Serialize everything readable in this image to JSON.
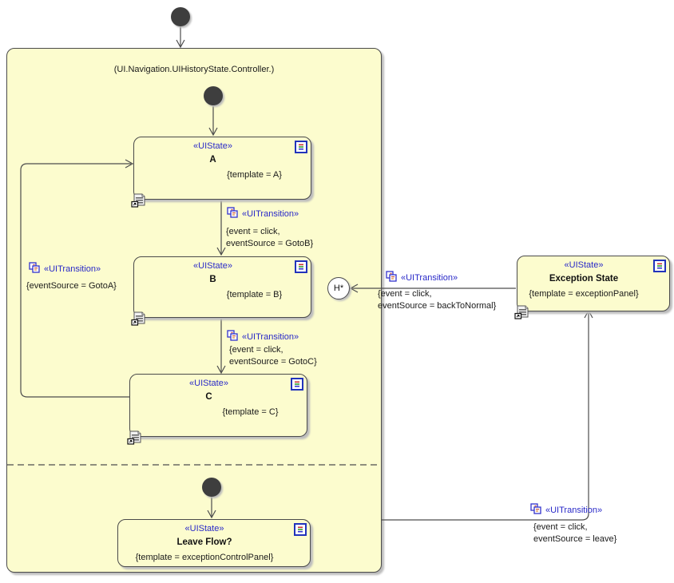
{
  "diagram": {
    "container_title": "(UI.Navigation.UIHistoryState.Controller.)",
    "history_label": "H*"
  },
  "states": {
    "a": {
      "stereotype": "«UIState»",
      "name": "A",
      "constraint": "{template = A}"
    },
    "b": {
      "stereotype": "«UIState»",
      "name": "B",
      "constraint": "{template = B}"
    },
    "c": {
      "stereotype": "«UIState»",
      "name": "C",
      "constraint": "{template = C}"
    },
    "exception": {
      "stereotype": "«UIState»",
      "name": "Exception State",
      "constraint": "{template = exceptionPanel}"
    },
    "leave": {
      "stereotype": "«UIState»",
      "name": "Leave Flow?",
      "constraint": "{template = exceptionControlPanel}"
    }
  },
  "transitions": {
    "a_to_b": {
      "stereotype": "«UITransition»",
      "line1": "{event = click,",
      "line2": "eventSource = GotoB}"
    },
    "b_to_c": {
      "stereotype": "«UITransition»",
      "line1": "{event = click,",
      "line2": "eventSource = GotoC}"
    },
    "c_to_a": {
      "stereotype": "«UITransition»",
      "line1": "{eventSource = GotoA}"
    },
    "exception_to_history": {
      "stereotype": "«UITransition»",
      "line1": "{event = click,",
      "line2": "eventSource = backToNormal}"
    },
    "leave_to_exception": {
      "stereotype": "«UITransition»",
      "line1": "{event = click,",
      "line2": "eventSource = leave}"
    }
  },
  "colors": {
    "state_fill": "#FCFCCE",
    "stereotype_blue": "#2929C8",
    "line_gray": "#4d4d4d"
  }
}
